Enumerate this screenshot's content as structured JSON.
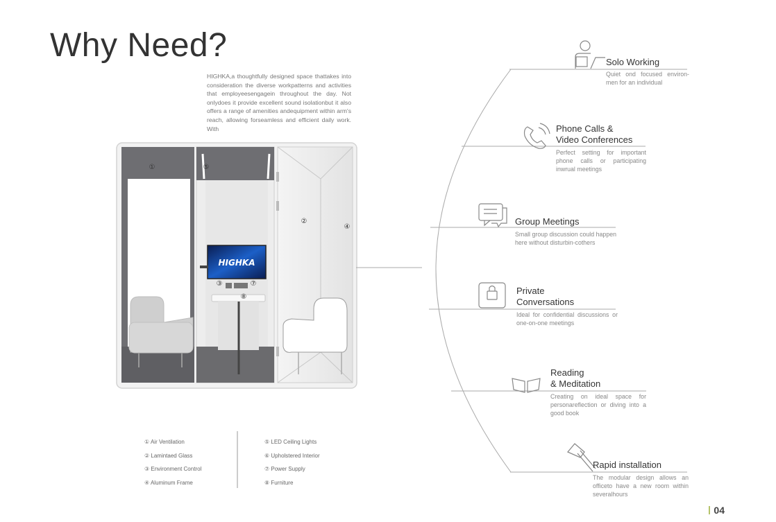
{
  "title": "Why Need?",
  "intro": "HIGHKA,a thoughtfully designed space thattakes into consideration the diverse workpatterns and activities that employeesengagein throughout the day. Not onlydoes it provide excellent sound isolationbut it also offers a range of amenities andequipment within arm's reach, allowing forseamless and efficient daily work. With",
  "screen_logo": "HIGHKA",
  "callouts": [
    "①",
    "②",
    "③",
    "④",
    "⑤",
    "⑦",
    "⑧"
  ],
  "legend_left": [
    "① Air Ventilation",
    "② Lamintaed Glass",
    "③ Environment Control",
    "④ Aluminum Frame"
  ],
  "legend_right": [
    "⑤ LED Ceiling Lights",
    "⑥ Upholstered Interior",
    "⑦ Power Supply",
    "⑧ Furniture"
  ],
  "features": [
    {
      "icon": "person-laptop-icon",
      "title_lines": [
        "Solo Working"
      ],
      "desc": "Quiet ond focused environ-men for an individual"
    },
    {
      "icon": "phone-icon",
      "title_lines": [
        "Phone Calls &",
        "Video Conferences"
      ],
      "desc": "Perfect setting for important phone calls or participating inwrual meetings"
    },
    {
      "icon": "chat-bubbles-icon",
      "title_lines": [
        "Group Meetings"
      ],
      "desc": "Small group discussion could happen here without disturbin-cothers"
    },
    {
      "icon": "lock-icon",
      "title_lines": [
        "Private",
        "Conversations"
      ],
      "desc": "Ideal for confidential discussions or one-on-one meetings"
    },
    {
      "icon": "open-book-icon",
      "title_lines": [
        "Reading",
        "& Meditation"
      ],
      "desc": "Creating on ideal space for personareflection or diving into a good book"
    },
    {
      "icon": "hammer-icon",
      "title_lines": [
        "Rapid installation"
      ],
      "desc": "The modular design allows an officeto have a new room within severalhours"
    }
  ],
  "page_number": "04"
}
